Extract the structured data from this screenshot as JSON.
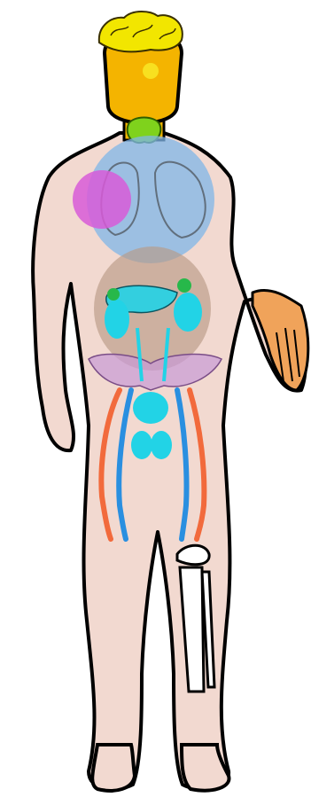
{
  "figure": {
    "kind": "human body anatomy illustration",
    "regions": [
      {
        "name": "brain",
        "color": "#f2e600"
      },
      {
        "name": "face",
        "color": "#f4b400"
      },
      {
        "name": "thyroid",
        "color": "#7fd21c"
      },
      {
        "name": "lungs-region",
        "color": "#7fb6e8"
      },
      {
        "name": "heart-region",
        "color": "#d85ad8"
      },
      {
        "name": "abdomen-region",
        "color": "#b89a86"
      },
      {
        "name": "kidneys",
        "color": "#22d3e6"
      },
      {
        "name": "adrenal-glands",
        "color": "#27b84a"
      },
      {
        "name": "pelvis",
        "color": "#c79ad6"
      },
      {
        "name": "bladder-and-reproductive",
        "color": "#22d3e6"
      },
      {
        "name": "arteries",
        "color": "#f26a3c"
      },
      {
        "name": "veins",
        "color": "#2a8fe0"
      },
      {
        "name": "leg-bones",
        "color": "#ffffff"
      }
    ],
    "colors": {
      "skin": "#f2d9d0",
      "outline": "#000000",
      "outline_glow": "#f6a24a",
      "hand": "#f0a35a"
    }
  }
}
